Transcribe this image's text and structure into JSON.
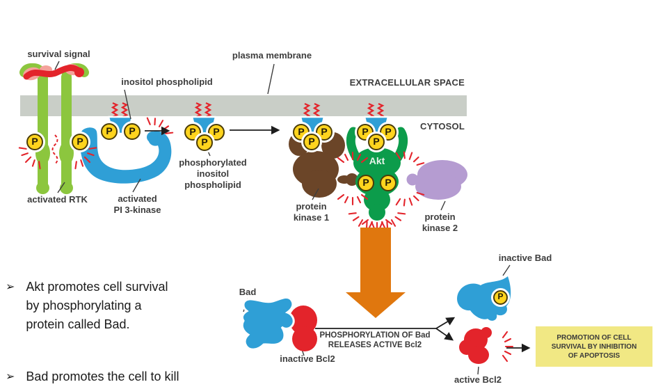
{
  "diagram": {
    "survival_signal": "survival signal",
    "inositol_phospholipid": "inositol phospholipid",
    "plasma_membrane": "plasma membrane",
    "extracellular_space": "EXTRACELLULAR SPACE",
    "cytosol": "CYTOSOL",
    "activated_rtk": "activated RTK",
    "activated_pi3k": [
      "activated",
      "PI 3-kinase"
    ],
    "phosphorylated_lipid": [
      "phosphorylated",
      "inositol",
      "phospholipid"
    ],
    "protein_kinase_1": [
      "protein",
      "kinase 1"
    ],
    "akt": "Akt",
    "protein_kinase_2": [
      "protein",
      "kinase 2"
    ],
    "phosphate": "P"
  },
  "cascade": {
    "bad": "Bad",
    "inactive_bcl2": "inactive Bcl2",
    "caption": [
      "PHOSPHORYLATION OF Bad",
      "RELEASES ACTIVE Bcl2"
    ],
    "inactive_bad": "inactive Bad",
    "active_bcl2": "active Bcl2",
    "promotion_box": [
      "PROMOTION OF CELL",
      "SURVIVAL BY INHIBITION",
      "OF APOPTOSIS"
    ]
  },
  "notes": {
    "bullet_char": "➢",
    "items": [
      {
        "lines": [
          "Akt promotes cell survival",
          "by phosphorylating a",
          "protein called Bad."
        ]
      },
      {
        "lines": [
          "Bad promotes the cell to kill"
        ]
      }
    ]
  },
  "colors": {
    "membrane_gray": "#c9cec7",
    "rtk_green": "#8cc63e",
    "signal_red": "#e3242b",
    "signal_pink": "#f4a29b",
    "kinase_blue": "#2f9fd6",
    "phosphate_yellow": "#ffd41e",
    "pk1_brown": "#6b4528",
    "akt_green": "#0c9c4b",
    "pk2_purple": "#b59cd1",
    "arrow_orange": "#e0770e",
    "promo_yellow": "#f1e884"
  }
}
